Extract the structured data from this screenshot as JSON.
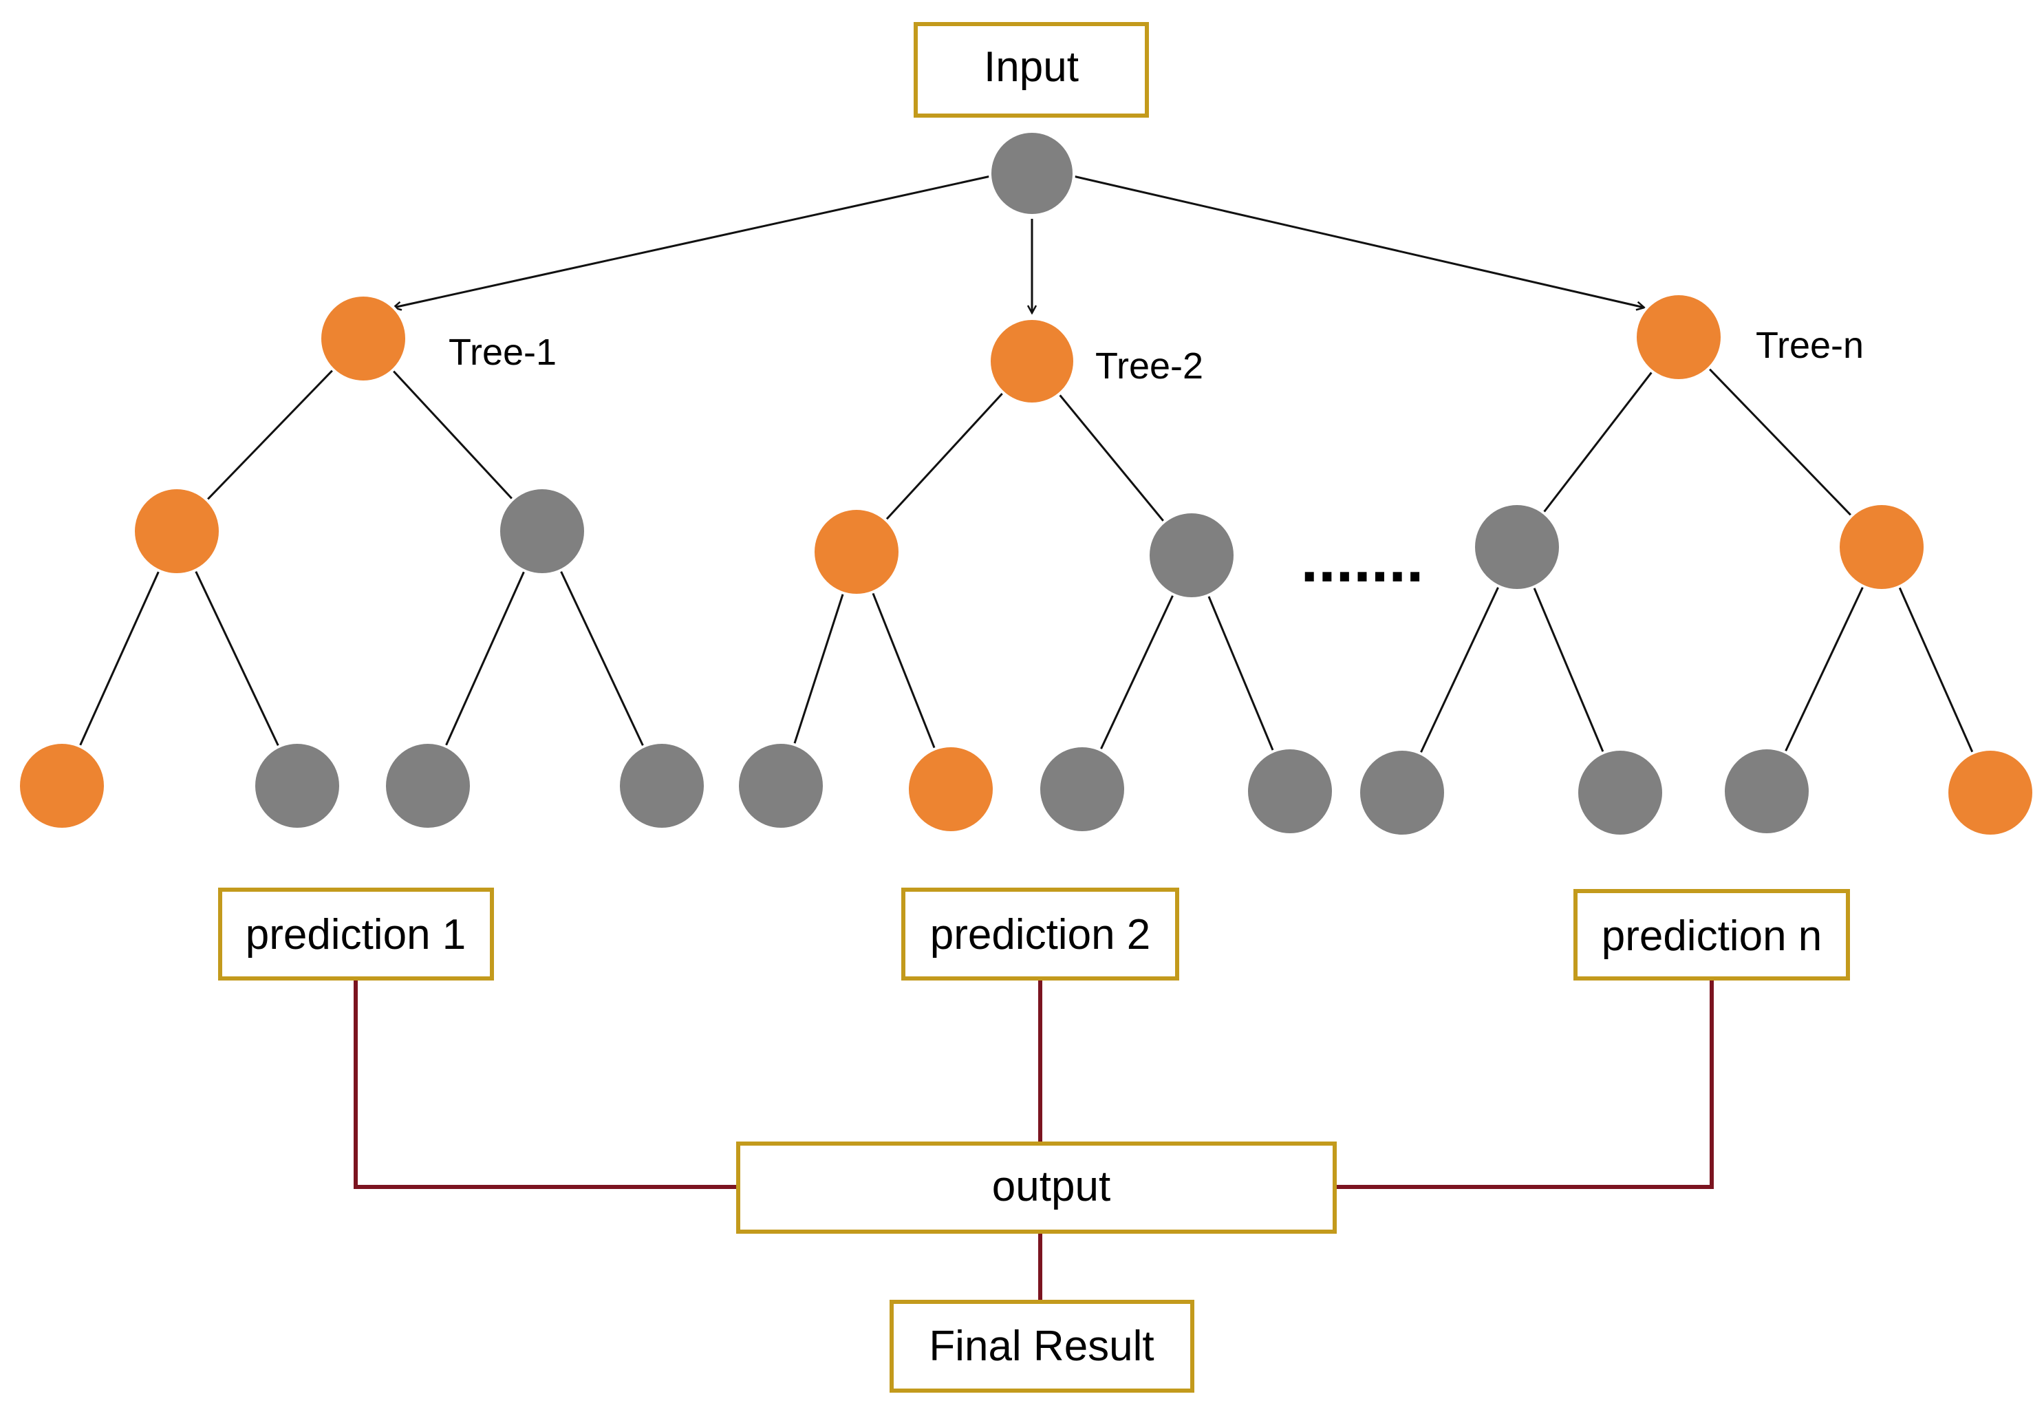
{
  "colors": {
    "orange": "#ED8431",
    "gray": "#808080",
    "node_stroke": "#ffffff",
    "edge": "#111111",
    "box_border": "#C39A1C",
    "connector": "#7B1420"
  },
  "input_label": "Input",
  "ellipsis": ".......",
  "output_label": "output",
  "final_label": "Final Result",
  "trees": [
    {
      "label": "Tree-1",
      "prediction": "prediction 1",
      "node_colors": [
        "orange",
        "orange",
        "gray",
        "orange",
        "gray",
        "gray",
        "gray"
      ]
    },
    {
      "label": "Tree-2",
      "prediction": "prediction 2",
      "node_colors": [
        "orange",
        "orange",
        "gray",
        "gray",
        "orange",
        "gray",
        "gray"
      ]
    },
    {
      "label": "Tree-n",
      "prediction": "prediction n",
      "node_colors": [
        "orange",
        "gray",
        "orange",
        "gray",
        "gray",
        "gray",
        "orange"
      ]
    }
  ]
}
